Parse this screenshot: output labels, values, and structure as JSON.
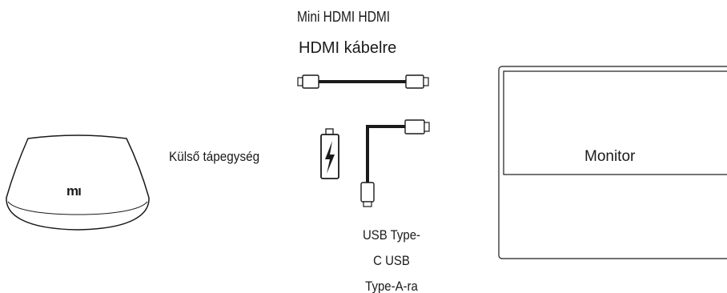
{
  "labels": {
    "hdmi_line1": "Mini HDMI HDMI",
    "hdmi_line2": "HDMI kábelre",
    "power_supply": "Külső tápegység",
    "usb_line1": "USB Type-",
    "usb_line2": "C USB",
    "usb_line3": "Type-A-ra",
    "monitor": "Monitor",
    "device_logo": "mı"
  },
  "icons": {
    "device": "mi-box-device",
    "hdmi_cable": "hdmi-cable",
    "battery": "battery-bolt-icon",
    "usb_cable": "usb-c-to-usb-a-cable",
    "monitor": "monitor-screen"
  },
  "colors": {
    "stroke": "#1a1a1a",
    "background": "#ffffff"
  }
}
